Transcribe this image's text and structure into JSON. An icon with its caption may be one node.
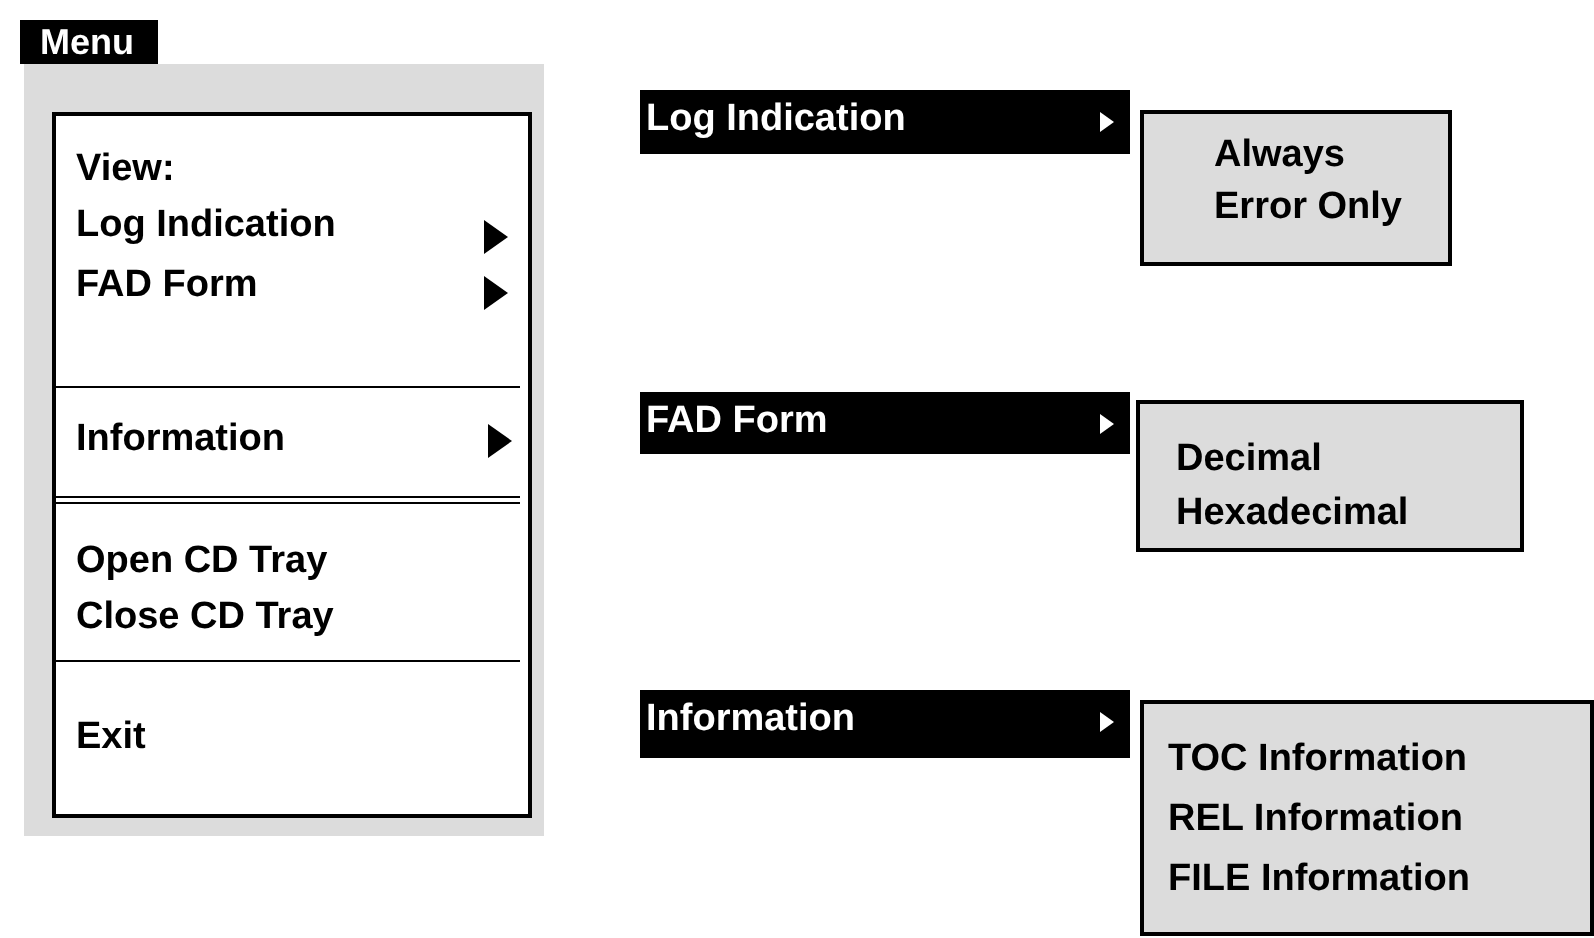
{
  "diagram": {
    "nodes": [
      {
        "text": [
          "Menu"
        ]
      },
      {
        "text": [
          "View:",
          "Log Indication",
          "FAD Form"
        ],
        "in": 0
      },
      {
        "text": [
          "Information"
        ],
        "in": 0
      },
      {
        "text": [
          "Open CD Tray",
          "Close CD Tray"
        ],
        "in": 0
      },
      {
        "text": [
          "Exit"
        ],
        "in": 0
      },
      {
        "text": [
          "Log Indication"
        ]
      },
      {
        "text": [
          "Always",
          "Error Only"
        ]
      },
      {
        "text": [
          "FAD Form"
        ]
      },
      {
        "text": [
          "Decimal",
          "Hexadecimal"
        ]
      },
      {
        "text": [
          "Information"
        ]
      },
      {
        "text": [
          "TOC Information",
          "REL Information",
          "FILE Information"
        ]
      }
    ]
  }
}
